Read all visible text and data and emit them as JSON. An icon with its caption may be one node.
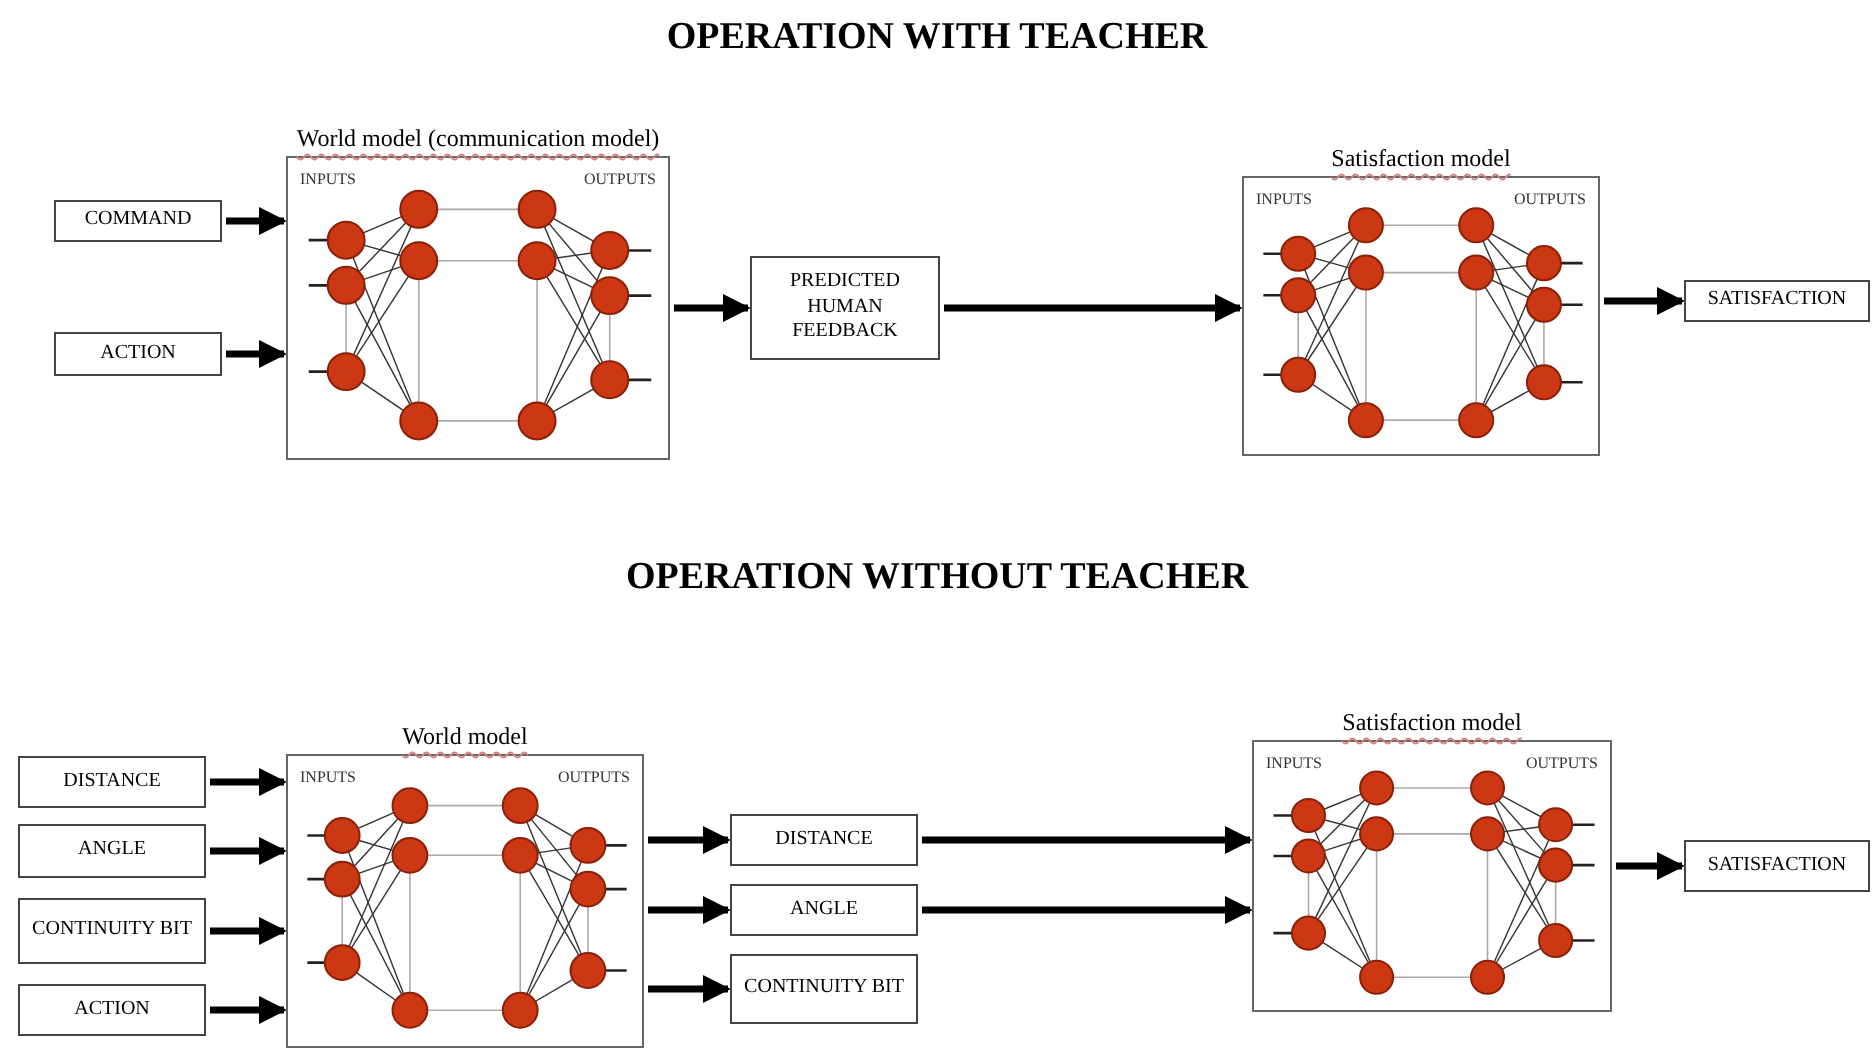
{
  "diagram": {
    "nodes": [
      {
        "text": [
          "COMMAND"
        ]
      },
      {
        "text": [
          "ACTION"
        ]
      },
      {
        "text": [
          "World model (communication model)",
          "INPUTS",
          "OUTPUTS"
        ]
      },
      {
        "text": [
          "PREDICTED HUMAN FEEDBACK"
        ]
      },
      {
        "text": [
          "Satisfaction model",
          "INPUTS",
          "OUTPUTS"
        ]
      },
      {
        "text": [
          "SATISFACTION"
        ]
      },
      {
        "text": [
          "DISTANCE"
        ]
      },
      {
        "text": [
          "ANGLE"
        ]
      },
      {
        "text": [
          "CONTINUITY BIT"
        ]
      },
      {
        "text": [
          "ACTION"
        ]
      },
      {
        "text": [
          "World model",
          "INPUTS",
          "OUTPUTS"
        ]
      },
      {
        "text": [
          "DISTANCE"
        ]
      },
      {
        "text": [
          "ANGLE"
        ]
      },
      {
        "text": [
          "CONTINUITY BIT"
        ]
      },
      {
        "text": [
          "Satisfaction model",
          "INPUTS",
          "OUTPUTS"
        ]
      },
      {
        "text": [
          "SATISFACTION"
        ]
      }
    ],
    "edges": [
      {
        "from": 0,
        "to": 2,
        "arrow": "to"
      },
      {
        "from": 1,
        "to": 2,
        "arrow": "to"
      },
      {
        "from": 2,
        "to": 3,
        "arrow": "to"
      },
      {
        "from": 3,
        "to": 4,
        "arrow": "to"
      },
      {
        "from": 4,
        "to": 5,
        "arrow": "to"
      },
      {
        "from": 6,
        "to": 10,
        "arrow": "to"
      },
      {
        "from": 7,
        "to": 10,
        "arrow": "to"
      },
      {
        "from": 8,
        "to": 10,
        "arrow": "to"
      },
      {
        "from": 9,
        "to": 10,
        "arrow": "to"
      },
      {
        "from": 10,
        "to": 11,
        "arrow": "to"
      },
      {
        "from": 10,
        "to": 12,
        "arrow": "to"
      },
      {
        "from": 10,
        "to": 13,
        "arrow": "to"
      },
      {
        "from": 11,
        "to": 14,
        "arrow": "to"
      },
      {
        "from": 12,
        "to": 14,
        "arrow": "to"
      },
      {
        "from": 14,
        "to": 15,
        "arrow": "to"
      }
    ],
    "labels": [
      "OPERATION WITH TEACHER",
      "OPERATION WITHOUT TEACHER"
    ]
  }
}
